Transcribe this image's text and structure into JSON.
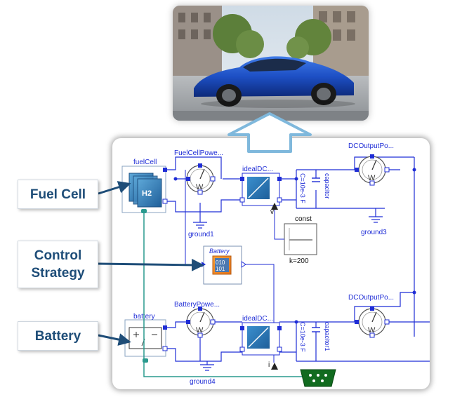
{
  "callouts": {
    "fuel_cell": "Fuel Cell",
    "control_line1": "Control",
    "control_line2": "Strategy",
    "battery": "Battery"
  },
  "components": {
    "fuel_cell": "fuelCell",
    "fuel_cell_icon_text": "H2",
    "fuel_cell_power_sensor": "FuelCellPowe...",
    "ideal_dc_top": "idealDC...",
    "ideal_dc_bottom": "idealDC...",
    "capacitor_top_value": "C=10e-3 F",
    "capacitor_top_name": "capacitor",
    "capacitor_bottom_value": "C=10e-3 F",
    "capacitor_bottom_name": "capacitor1",
    "dc_output_top": "DCOutputPo...",
    "dc_output_bottom": "DCOutputPo...",
    "ground1": "ground1",
    "ground3": "ground3",
    "ground4": "ground4",
    "const_name": "const",
    "const_value": "k=200",
    "controller_title": "Battery",
    "controller_icon_line1": "010",
    "controller_icon_line2": "101",
    "battery": "battery",
    "battery_power_sensor": "BatteryPowe...",
    "wattmeter_symbol": "W",
    "port_v": "v",
    "port_i": "i"
  },
  "colors": {
    "wire": "#1f2dd6",
    "signal": "#1f2dd6",
    "green_wire": "#2a9a8e",
    "callout_text": "#1e4d78",
    "arrow": "#1e4d78",
    "big_arrow_border": "#7fb8dc",
    "can_connector": "#116b1f"
  }
}
